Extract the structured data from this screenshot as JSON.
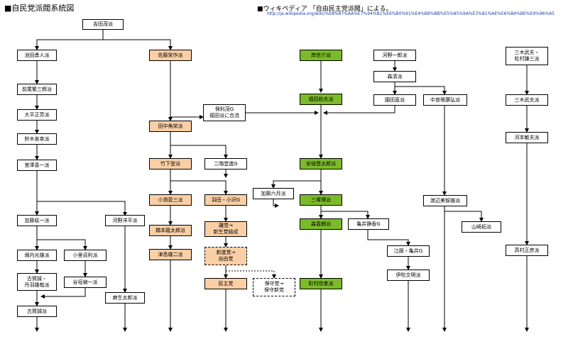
{
  "header": {
    "title": "■自民党派閥系統図",
    "source_note": "■ウィキペディア 「自由民主党派閥」による。",
    "source_url": "http://ja.wikipedia.org/wiki/%E8%87%AA%E7%94%B1%E6%B0%91%E4%B8%BB%E5%85%9A%E3%81%AE%E6%B4%BE%E9%96%A5"
  },
  "colors": {
    "ld_kishi_line": "#7bbb2a",
    "sato_line": "#fbcfa6",
    "default": "#ffffff"
  },
  "nodes": {
    "yoshida": "吉田茂派",
    "ikeda": "池田勇人派",
    "maeo": "前尾繁三郎派",
    "ohira": "大平正芳派",
    "suzuki": "鈴木善幸派",
    "miyazawa": "宮澤喜一派",
    "kato": "加藤紘一派",
    "horiuchi": "堀内光雄派",
    "koriyama": "小里貞利派",
    "koga_niwa": "古賀誠・\n丹羽雄哉派",
    "tanigaki": "谷垣禎一派",
    "koga": "古賀誠派",
    "kono_yohei": "河野洋平派",
    "aso": "麻生太郎派",
    "sato": "佐藤栄作派",
    "hori_g": "保利茂G\n福田派に合流",
    "tanaka": "田中角栄派",
    "takeshita": "竹下登派",
    "nikaido": "二階堂進G",
    "obuchi": "小渕恵三派",
    "hashimoto": "橋本龍太郎派",
    "tsushima": "津島雄二派",
    "hata": "羽田・小沢G",
    "shinsei": "離党→\n新生党結成",
    "shinshin": "新進党→\n自由党",
    "minshu": "民主党",
    "hoshu": "保守党→\n保守新党",
    "kato_mutsuki": "加藤六月派",
    "kishi": "岸信介派",
    "fukuda": "福田赳夫派",
    "abe": "安倍晋太郎派",
    "mitsuzuka": "三塚博派",
    "mori": "森喜朗派",
    "machimura": "町村信孝派",
    "kamei_g": "亀井静香G",
    "eto_kamei": "江藤・亀井G",
    "ibuki": "伊吹文明派",
    "kono_ichiro": "河野一郎派",
    "mori_kiyoshi": "森清派",
    "sonoda": "園田直派",
    "nakasone": "中曽根康弘派",
    "watanabe": "渡辺美智雄派",
    "yamasaki": "山崎拓派",
    "miki_matsumura": "三木武夫・\n松村謙三派",
    "miki": "三木武夫派",
    "kochi": "河本敏夫派",
    "komura": "高村正彦派"
  }
}
